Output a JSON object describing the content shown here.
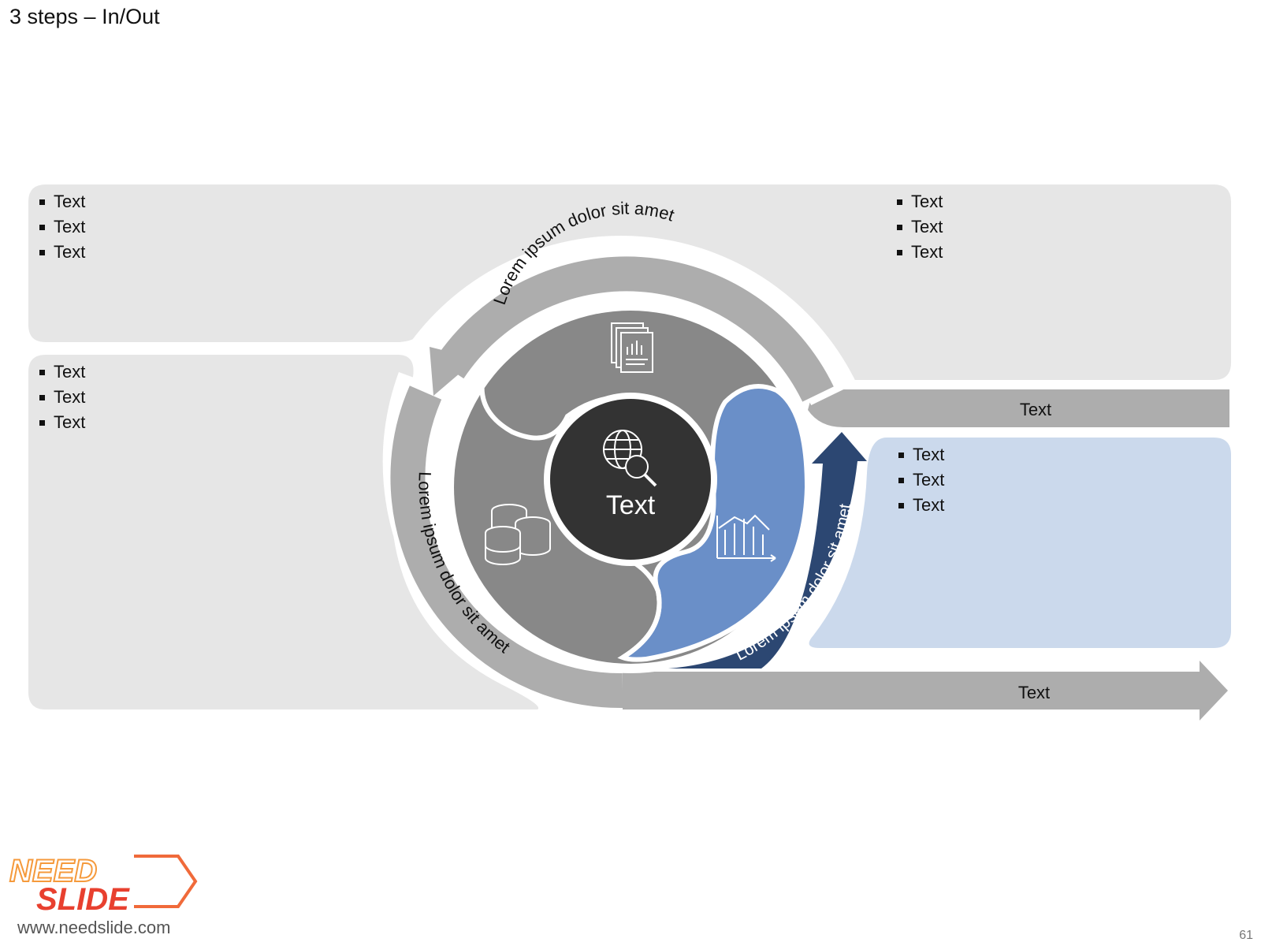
{
  "title": "3 steps – In/Out",
  "panels": {
    "top_left": [
      "Text",
      "Text",
      "Text"
    ],
    "top_right": [
      "Text",
      "Text",
      "Text"
    ],
    "mid_left": [
      "Text",
      "Text",
      "Text"
    ],
    "right_blue": [
      "Text",
      "Text",
      "Text"
    ]
  },
  "arrows": {
    "right_bar_label": "Text",
    "bottom_arrow_label": "Text",
    "ring_top": "Lorem ipsum dolor sit amet",
    "ring_left": "Lorem ipsum dolor sit amet",
    "ring_right": "Lorem ipsum dolor sit amet"
  },
  "center": {
    "label": "Text",
    "icon": "globe-magnifier-icon"
  },
  "segments": [
    {
      "icon": "report-document-icon",
      "color": "#888888"
    },
    {
      "icon": "database-coins-icon",
      "color": "#888888"
    },
    {
      "icon": "bar-chart-icon",
      "color": "#6A8FC8"
    }
  ],
  "colors": {
    "panel_gray": "#E6E6E6",
    "panel_blue": "#CBD9EC",
    "arrow_gray": "#ADADAD",
    "ring_dark_gray": "#888888",
    "center_dark": "#333333",
    "accent_blue": "#6A8FC8",
    "navy_arrow": "#2C4772"
  },
  "footer": {
    "logo_line1": "NEED",
    "logo_line2": "SLIDE",
    "url": "www.needslide.com",
    "page_number": "61"
  }
}
